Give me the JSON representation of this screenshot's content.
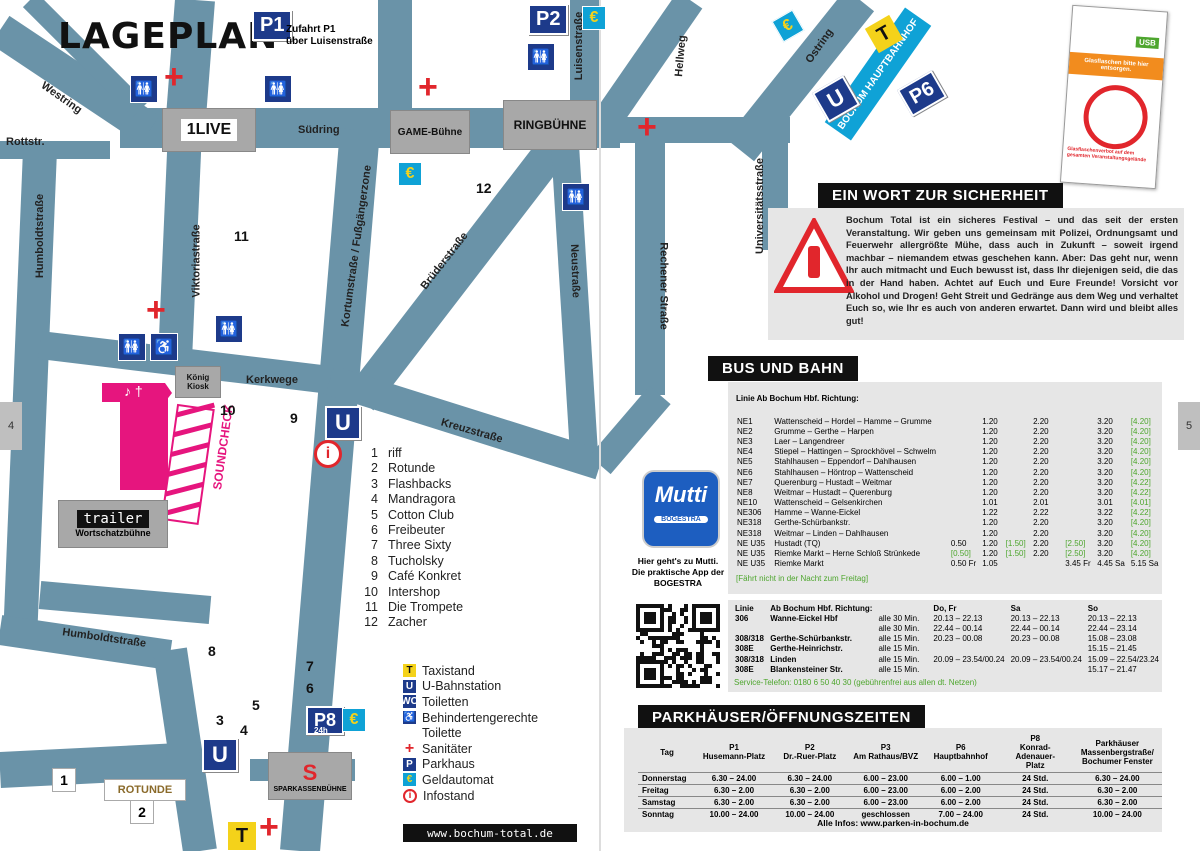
{
  "page": {
    "title": "LAGEPLAN",
    "page_left": "4",
    "page_right": "5",
    "url": "www.bochum-total.de"
  },
  "streets": {
    "westring": "Westring",
    "rottstr": "Rottstr.",
    "humboldt1": "Humboldtstraße",
    "humboldt2": "Humboldtstraße",
    "viktoria": "Viktoriastraße",
    "kortum": "Kortumstraße / Fußgängerzone",
    "bruder": "Brüderstraße",
    "sudring": "Südring",
    "kerkwege": "Kerkwege",
    "kreuz": "Kreuzstraße",
    "luisen": "Luisenstraße",
    "neustr": "Neustraße",
    "hellweg": "Hellweg",
    "rechener": "Rechener Straße",
    "universitats": "Universitätsstraße",
    "ostring": "Ostring"
  },
  "markers": {
    "p1": "P1",
    "p1_note": "Zufahrt P1\nüber Luisenstraße",
    "p2": "P2",
    "p6": "P6",
    "p8": "P8",
    "p8_sub": "24h",
    "u": "U",
    "t": "T",
    "euro": "€",
    "hbf": "BOCHUM HAUPTBAHNHOF",
    "n1": "1",
    "n2": "2",
    "n3": "3",
    "n4": "4",
    "n5": "5",
    "n6": "6",
    "n7": "7",
    "n8": "8",
    "n9": "9",
    "n10": "10",
    "n11": "11",
    "n12": "12"
  },
  "stages": {
    "live": "1LIVE",
    "game": "GAME-Bühne",
    "ring": "RINGBÜHNE",
    "konig": "König\nKiosk",
    "trailer": "trailer",
    "trailer_sub": "Wortschatzbühne",
    "rotunde": "ROTUNDE",
    "sparkasse": "SPARKASSENBÜHNE",
    "soundcheck": "SOUNDCHECK"
  },
  "venues": [
    {
      "n": "1",
      "name": "riff"
    },
    {
      "n": "2",
      "name": "Rotunde"
    },
    {
      "n": "3",
      "name": "Flashbacks"
    },
    {
      "n": "4",
      "name": "Mandragora"
    },
    {
      "n": "5",
      "name": "Cotton Club"
    },
    {
      "n": "6",
      "name": "Freibeuter"
    },
    {
      "n": "7",
      "name": "Three Sixty"
    },
    {
      "n": "8",
      "name": "Tucholsky"
    },
    {
      "n": "9",
      "name": "Café Konkret"
    },
    {
      "n": "10",
      "name": "Intershop"
    },
    {
      "n": "11",
      "name": "Die Trompete"
    },
    {
      "n": "12",
      "name": "Zacher"
    }
  ],
  "legend": [
    {
      "sym": "T",
      "label": "Taxistand",
      "color": "#f4d21a",
      "fg": "#111"
    },
    {
      "sym": "U",
      "label": "U-Bahnstation",
      "color": "#1d3a8a",
      "fg": "#fff"
    },
    {
      "sym": "WC",
      "label": "Toiletten",
      "color": "#1d3a8a",
      "fg": "#fff"
    },
    {
      "sym": "♿",
      "label": "Behindertengerechte",
      "color": "#1d3a8a",
      "fg": "#fff"
    },
    {
      "sym": "",
      "label": "Toilette",
      "color": "transparent",
      "fg": "#fff"
    },
    {
      "sym": "+",
      "label": "Sanitäter",
      "color": "transparent",
      "fg": "#e1262c"
    },
    {
      "sym": "P",
      "label": "Parkhaus",
      "color": "#1d3a8a",
      "fg": "#fff"
    },
    {
      "sym": "€",
      "label": "Geldautomat",
      "color": "#0fa2d6",
      "fg": "#f4d21a"
    },
    {
      "sym": "i",
      "label": "Infostand",
      "color": "#fff",
      "fg": "#e1262c"
    }
  ],
  "poster": {
    "brand": "USB",
    "headline": "Glasflaschen bitte hier entsorgen.",
    "footer": "Glasflaschenverbot auf dem gesamten Veranstaltungsgelände"
  },
  "safety": {
    "title": "EIN WORT ZUR SICHERHEIT",
    "text": "Bochum Total ist ein sicheres Festival – und das seit der ersten Veranstaltung. Wir geben uns gemeinsam mit Polizei, Ordnungsamt und Feuerwehr allergrößte Mühe, dass auch in Zukunft – soweit irgend machbar – niemandem etwas geschehen kann. Aber: Das geht nur, wenn Ihr auch mitmacht und Euch bewusst ist, dass Ihr diejenigen seid, die das in der Hand haben. Achtet auf Euch und Eure Freunde! Vorsicht vor Alkohol und Drogen! Geht Streit und Gedränge aus dem Weg und verhaltet Euch so, wie Ihr es auch von anderen erwartet. Dann wird und bleibt alles gut!"
  },
  "bus": {
    "title": "BUS UND BAHN",
    "header": "Linie  Ab Bochum Hbf. Richtung:",
    "rows": [
      {
        "line": "NE1",
        "route": "Wattenscheid – Hordel – Hamme – Grumme",
        "a": "",
        "b": "1.20",
        "c": "",
        "d": "2.20",
        "e": "",
        "f": "3.20",
        "g": "[4.20]"
      },
      {
        "line": "NE2",
        "route": "Grumme – Gerthe – Harpen",
        "a": "",
        "b": "1.20",
        "c": "",
        "d": "2.20",
        "e": "",
        "f": "3.20",
        "g": "[4.20]"
      },
      {
        "line": "NE3",
        "route": "Laer – Langendreer",
        "a": "",
        "b": "1.20",
        "c": "",
        "d": "2.20",
        "e": "",
        "f": "3.20",
        "g": "[4.20]"
      },
      {
        "line": "NE4",
        "route": "Stiepel – Hattingen – Sprockhövel – Schwelm",
        "a": "",
        "b": "1.20",
        "c": "",
        "d": "2.20",
        "e": "",
        "f": "3.20",
        "g": "[4.20]"
      },
      {
        "line": "NE5",
        "route": "Stahlhausen – Eppendorf – Dahlhausen",
        "a": "",
        "b": "1.20",
        "c": "",
        "d": "2.20",
        "e": "",
        "f": "3.20",
        "g": "[4.20]"
      },
      {
        "line": "NE6",
        "route": "Stahlhausen – Höntrop – Wattenscheid",
        "a": "",
        "b": "1.20",
        "c": "",
        "d": "2.20",
        "e": "",
        "f": "3.20",
        "g": "[4.20]"
      },
      {
        "line": "NE7",
        "route": "Querenburg – Hustadt – Weitmar",
        "a": "",
        "b": "1.20",
        "c": "",
        "d": "2.20",
        "e": "",
        "f": "3.20",
        "g": "[4.22]"
      },
      {
        "line": "NE8",
        "route": "Weitmar – Hustadt – Querenburg",
        "a": "",
        "b": "1.20",
        "c": "",
        "d": "2.20",
        "e": "",
        "f": "3.20",
        "g": "[4.22]"
      },
      {
        "line": "NE10",
        "route": "Wattenscheid – Gelsenkirchen",
        "a": "",
        "b": "1.01",
        "c": "",
        "d": "2.01",
        "e": "",
        "f": "3.01",
        "g": "[4.01]"
      },
      {
        "line": "NE306",
        "route": "Hamme – Wanne-Eickel",
        "a": "",
        "b": "1.22",
        "c": "",
        "d": "2.22",
        "e": "",
        "f": "3.22",
        "g": "[4.22]"
      },
      {
        "line": "NE318",
        "route": "Gerthe-Schürbankstr.",
        "a": "",
        "b": "1.20",
        "c": "",
        "d": "2.20",
        "e": "",
        "f": "3.20",
        "g": "[4.20]"
      },
      {
        "line": "NE318",
        "route": "Weitmar – Linden – Dahlhausen",
        "a": "",
        "b": "1.20",
        "c": "",
        "d": "2.20",
        "e": "",
        "f": "3.20",
        "g": "[4.20]"
      },
      {
        "line": "NE U35",
        "route": "Hustadt (TQ)",
        "a": "0.50",
        "b": "1.20",
        "c": "[1.50]",
        "d": "2.20",
        "e": "[2.50]",
        "f": "3.20",
        "g": "[4.20]"
      },
      {
        "line": "NE U35",
        "route": "Riemke Markt – Herne Schloß Strünkede",
        "a": "[0.50]",
        "b": "1.20",
        "c": "[1.50]",
        "d": "2.20",
        "e": "[2.50]",
        "f": "3.20",
        "g": "[4.20]"
      },
      {
        "line": "NE U35",
        "route": "Riemke Markt",
        "a": "0.50 Fr",
        "b": "1.05",
        "c": "",
        "d": "",
        "e": "3.45 Fr",
        "f": "4.45 Sa",
        "g": "5.15 Sa"
      }
    ],
    "note": "[Fährt nicht in der Nacht zum Freitag]"
  },
  "mutti": {
    "logo": "Mutti",
    "sub": "BOGESTRA",
    "caption": "Hier geht's zu Mutti.\nDie praktische App der\nBOGESTRA"
  },
  "train": {
    "headers": [
      "Linie",
      "Ab Bochum Hbf. Richtung:",
      "",
      "Do, Fr",
      "Sa",
      "So"
    ],
    "rows": [
      [
        "306",
        "Wanne-Eickel Hbf",
        "alle 30 Min.",
        "20.13 – 22.13",
        "20.13 – 22.13",
        "20.13 – 22.13"
      ],
      [
        "",
        "",
        "alle 30 Min.",
        "22.44 – 00.14",
        "22.44 – 00.14",
        "22.44 – 23.14"
      ],
      [
        "308/318",
        "Gerthe-Schürbankstr.",
        "alle 15 Min.",
        "20.23 – 00.08",
        "20.23 – 00.08",
        "15.08 – 23.08"
      ],
      [
        "308E",
        "Gerthe-Heinrichstr.",
        "alle 15 Min.",
        "",
        "",
        "15.15 – 21.45"
      ],
      [
        "308/318",
        "Linden",
        "alle 15 Min.",
        "20.09 – 23.54/00.24",
        "20.09 – 23.54/00.24",
        "15.09 – 22.54/23.24"
      ],
      [
        "308E",
        "Blankensteiner Str.",
        "alle 15 Min.",
        "",
        "",
        "15.17 – 21.47"
      ]
    ],
    "service": "Service-Telefon: 0180 6 50 40 30 (gebührenfrei aus allen dt. Netzen)"
  },
  "parking": {
    "title": "PARKHÄUSER/ÖFFNUNGSZEITEN",
    "headers": [
      "Tag",
      "P1\nHusemann-Platz",
      "P2\nDr.-Ruer-Platz",
      "P3\nAm Rathaus/BVZ",
      "P6\nHauptbahnhof",
      "P8\nKonrad-Adenauer-\nPlatz",
      "Parkhäuser\nMassenbergstraße/\nBochumer Fenster"
    ],
    "rows": [
      [
        "Donnerstag",
        "6.30 – 24.00",
        "6.30 – 24.00",
        "6.00 – 23.00",
        "6.00 – 1.00",
        "24 Std.",
        "6.30 – 24.00"
      ],
      [
        "Freitag",
        "6.30 – 2.00",
        "6.30 – 2.00",
        "6.00 – 23.00",
        "6.00 – 2.00",
        "24 Std.",
        "6.30 – 2.00"
      ],
      [
        "Samstag",
        "6.30 – 2.00",
        "6.30 – 2.00",
        "6.00 – 23.00",
        "6.00 – 2.00",
        "24 Std.",
        "6.30 – 2.00"
      ],
      [
        "Sonntag",
        "10.00 – 24.00",
        "10.00 – 24.00",
        "geschlossen",
        "7.00 – 24.00",
        "24 Std.",
        "10.00 – 24.00"
      ]
    ],
    "footer": "Alle Infos: www.parken-in-bochum.de"
  },
  "colors": {
    "road": "#6a93a8",
    "blue": "#1d3a8a",
    "red": "#e1262c",
    "cyan": "#0fa2d6",
    "yellow": "#f4d21a",
    "pink": "#e6157e",
    "green": "#4ea62e"
  }
}
